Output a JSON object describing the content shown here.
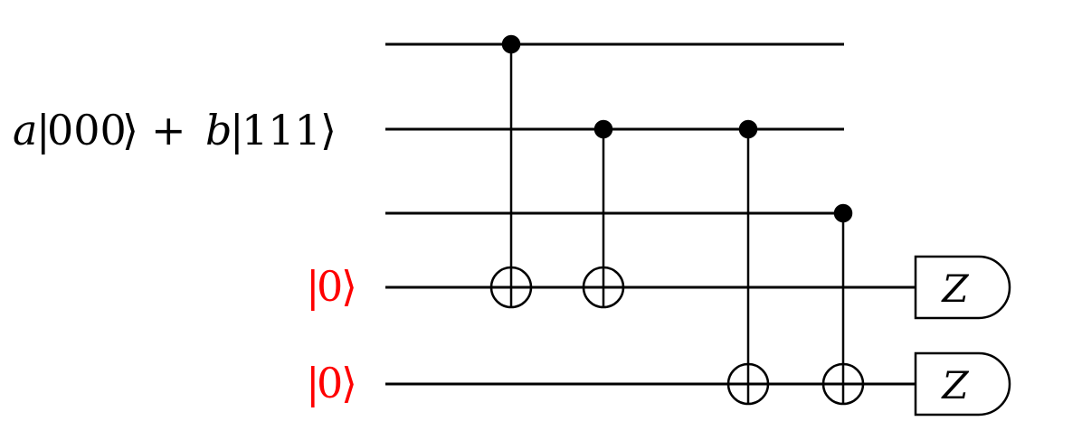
{
  "circuit": {
    "input_state": {
      "coef_a": "a",
      "ket_a": "000",
      "plus": "+",
      "coef_b": "b",
      "ket_b": "111"
    },
    "ancilla_labels": [
      "0",
      "0"
    ],
    "colors": {
      "wire": "#000000",
      "ancilla_label": "#ff0000",
      "label": "#000000",
      "background": "#ffffff"
    },
    "wires": [
      "data-qubit-1",
      "data-qubit-2",
      "data-qubit-3",
      "ancilla-1",
      "ancilla-2"
    ],
    "gates": [
      {
        "type": "cnot",
        "control": 0,
        "target": 3
      },
      {
        "type": "cnot",
        "control": 1,
        "target": 3
      },
      {
        "type": "cnot",
        "control": 1,
        "target": 4
      },
      {
        "type": "cnot",
        "control": 2,
        "target": 4
      }
    ],
    "measurements": [
      {
        "wire": 3,
        "label": "Z"
      },
      {
        "wire": 4,
        "label": "Z"
      }
    ]
  }
}
